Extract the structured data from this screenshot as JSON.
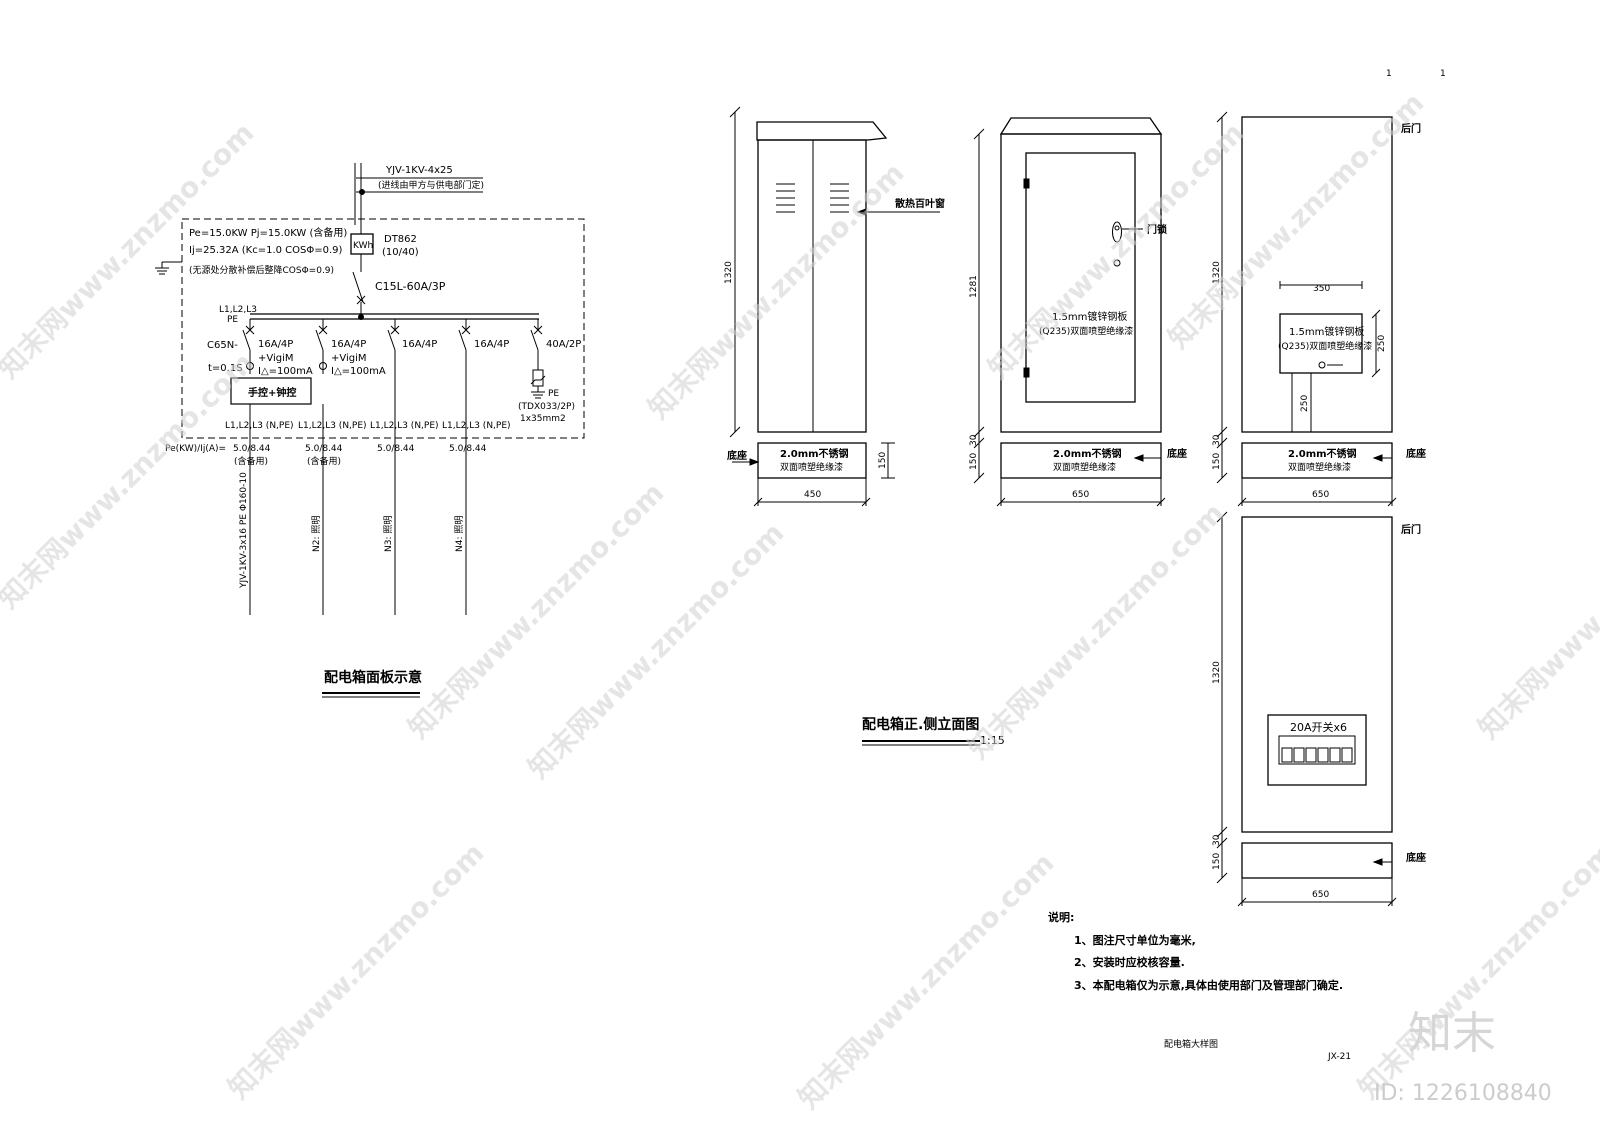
{
  "page_numbers": [
    "1",
    "1"
  ],
  "panel_diagram": {
    "incoming_cable": "YJV-1KV-4x25",
    "incoming_note": "(进线由甲方与供电部门定)",
    "load_line1": "Pe=15.0KW Pj=15.0KW (含备用)",
    "load_line2": "Ij=25.32A (Kc=1.0 COSΦ=0.9)",
    "load_line3": "(无源处分散补偿后整降COSΦ=0.9)",
    "meter_symbol": "KWh",
    "meter_model": "DT862",
    "meter_rating": "(10/40)",
    "main_breaker": "C15L-60A/3P",
    "bus_label_top": "L1,L2,L3",
    "bus_label_pe": "PE",
    "c65n": "C65N-",
    "branch_breakers": [
      "16A/4P",
      "16A/4P",
      "16A/4P",
      "16A/4P",
      "40A/2P"
    ],
    "vigim": "+VigiM",
    "leakage": "I△=100mA",
    "delay": "t=0.1S",
    "control_box": "手控+钟控",
    "spd_pe": "PE",
    "spd_model": "(TDX033/2P)",
    "spd_cable": "1x35mm2",
    "branch_phase_labels": [
      "L1,L2,L3 (N,PE)",
      "L1,L2,L3 (N,PE)",
      "L1,L2,L3 (N,PE)",
      "L1,L2,L3 (N,PE)"
    ],
    "pe_ij_label": "Pe(KW)/Ij(A)=",
    "branch_values": [
      "5.0/8.44",
      "5.0/8.44",
      "5.0/8.44",
      "5.0/8.44"
    ],
    "branch_notes": [
      "(含备用)",
      "(含备用)"
    ],
    "outgoing_cables": [
      "YJV-1KV-3x16 PE Φ160-10",
      "N2: 照明",
      "N3: 照明",
      "N4: 照明"
    ],
    "title": "配电箱面板示意"
  },
  "elevation": {
    "side_view": {
      "height_dim": "1320",
      "louver_label": "散热百叶窗",
      "base_label": "底座",
      "base_text1": "2.0mm不锈钢",
      "base_text2": "双面喷塑绝缘漆",
      "base_height": "150",
      "width_dim": "450"
    },
    "front_view": {
      "height_dim": "1281",
      "gap_dim": "30",
      "base_height": "150",
      "lock_label": "门锁",
      "door_text1": "1.5mm镀锌钢板",
      "door_text2": "(Q235)双面喷塑绝缘漆",
      "base_text1": "2.0mm不锈钢",
      "base_text2": "双面喷塑绝缘漆",
      "base_label": "底座",
      "width_dim": "650"
    },
    "back_view": {
      "height_dim": "1320",
      "gap_dim": "30",
      "base_height": "150",
      "rear_door": "后门",
      "plate_width": "350",
      "plate_height": "250",
      "post_height": "250",
      "plate_text1": "1.5mm镀锌钢板",
      "plate_text2": "(Q235)双面喷塑绝缘漆",
      "base_text1": "2.0mm不锈钢",
      "base_text2": "双面喷塑绝缘漆",
      "base_label": "底座",
      "width_dim": "650"
    },
    "back_view2": {
      "rear_door": "后门",
      "height_dim": "1320",
      "gap_dim": "30",
      "base_height": "150",
      "switch_label": "20A开关x6",
      "base_label": "底座",
      "width_dim": "650"
    },
    "title": "配电箱正.侧立面图",
    "scale": "1:15"
  },
  "notes": {
    "heading": "说明:",
    "items": [
      "1、图注尺寸单位为毫米,",
      "2、安装时应校核容量.",
      "3、本配电箱仅为示意,具体由使用部门及管理部门确定."
    ]
  },
  "drawing_name": "配电箱大样图",
  "drawing_number": "JX-21",
  "watermark": {
    "text": "知末网www.znzmo.com",
    "brand": "知末",
    "id": "ID: 1226108840"
  }
}
